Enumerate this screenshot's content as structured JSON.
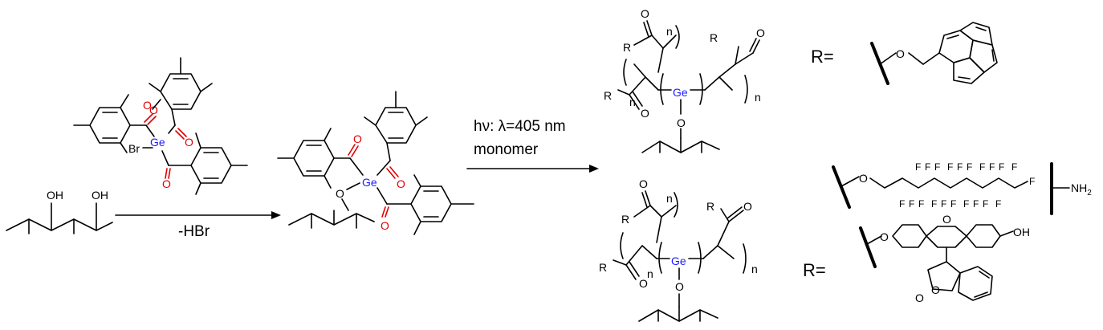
{
  "labels": {
    "hydroxyl": "OH",
    "oxygen": "O",
    "germanium": "Ge",
    "bromine": "Br",
    "repeat_unit": "n",
    "r_group": "R",
    "r_definition": "R=",
    "fluorine": "F",
    "amine": "NH",
    "amine_subscript": "2"
  },
  "reaction1": {
    "condition": "-HBr"
  },
  "reaction2": {
    "condition_line1": "hν: λ=405 nm",
    "condition_line2": "monomer"
  },
  "colors": {
    "bond": "#000000",
    "oxygen": "#e00000",
    "germanium": "#1a1aff"
  }
}
